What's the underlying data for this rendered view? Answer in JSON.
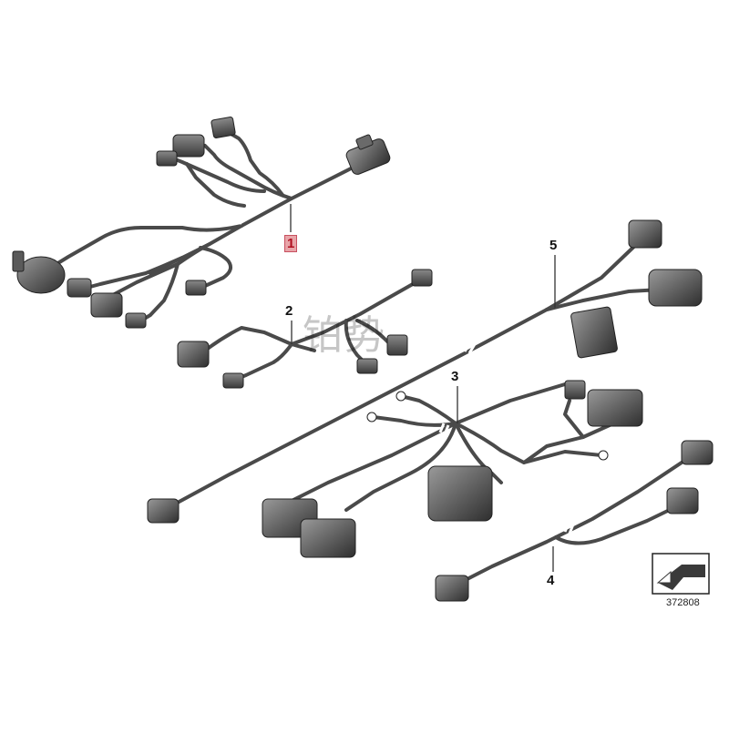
{
  "callouts": {
    "part1": "1",
    "part2": "2",
    "part3": "3",
    "part4": "4",
    "part5": "5"
  },
  "watermark": "铂势",
  "diagram_number": "372808",
  "highlighted_part": "1",
  "colors": {
    "wire": "#4a4a4a",
    "connector": "#5a5a5a",
    "connector_dark": "#3c3c3c",
    "highlight": "#e8a4a8",
    "highlight_text": "#b01020"
  }
}
